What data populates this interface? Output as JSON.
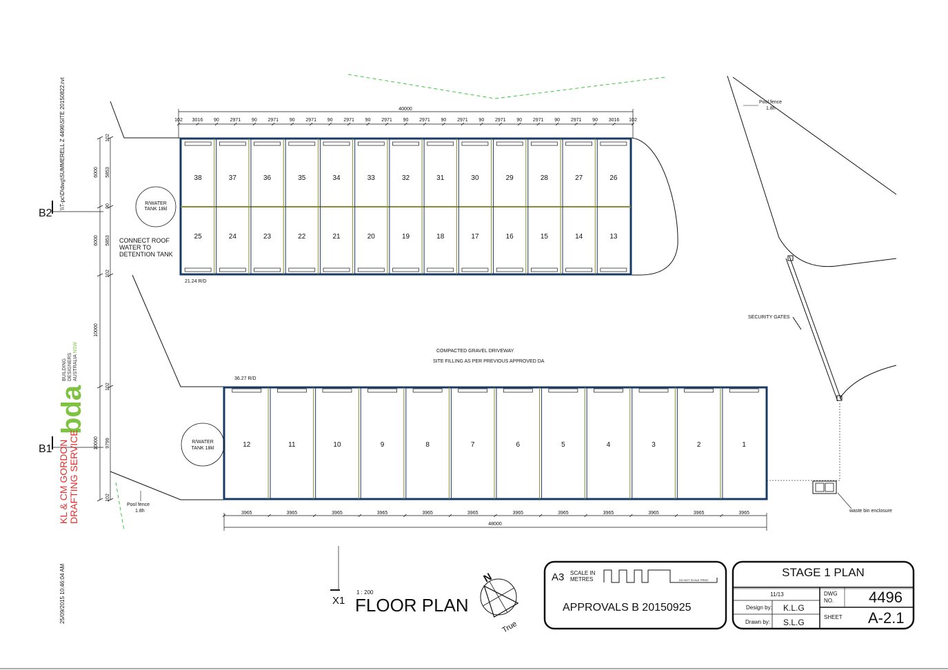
{
  "colors": {
    "line": "#111111",
    "unit_border": "#1a3a66",
    "partition": "#8a8a30",
    "grass": "#37c837",
    "brand_green": "#7ec242",
    "brand_red": "#e53030"
  },
  "drawing_path": "\\\\T-pc\\D\\dwg\\SUMMERELL Z 4496\\SITE 20150822.rvt",
  "timestamp": "25/09/2015 10:46:04 AM",
  "top_block": {
    "overall": "40000",
    "segments": [
      "102",
      "3016",
      "90",
      "2971",
      "90",
      "2971",
      "90",
      "2971",
      "90",
      "2971",
      "90",
      "2971",
      "90",
      "2971",
      "90",
      "2971",
      "90",
      "2971",
      "90",
      "2971",
      "90",
      "2971",
      "90",
      "3016",
      "102"
    ],
    "row1_units": [
      "38",
      "37",
      "36",
      "35",
      "34",
      "33",
      "32",
      "31",
      "30",
      "29",
      "28",
      "27",
      "26"
    ],
    "row2_units": [
      "25",
      "24",
      "23",
      "22",
      "21",
      "20",
      "19",
      "18",
      "17",
      "16",
      "15",
      "14",
      "13"
    ],
    "rl": "21.24 R/D"
  },
  "bottom_block": {
    "units": [
      "12",
      "11",
      "10",
      "9",
      "8",
      "7",
      "6",
      "5",
      "4",
      "3",
      "2",
      "1"
    ],
    "segments": [
      "3965",
      "3965",
      "3965",
      "3965",
      "3965",
      "3965",
      "3965",
      "3965",
      "3965",
      "3965",
      "3965",
      "3965"
    ],
    "overall": "48000",
    "rl": "36.27 R/D"
  },
  "left_dims": {
    "outer": [
      "6000",
      "6000",
      "10000",
      "10000"
    ],
    "inner": [
      "102",
      "5853",
      "90",
      "5853",
      "102",
      "102",
      "9799",
      "102"
    ]
  },
  "annotations": {
    "tank_label_1": "R/WATER",
    "tank_label_2": "TANK 18kl",
    "connect_1": "CONNECT ROOF",
    "connect_2": "WATER TO",
    "connect_3": "DETENTION TANK",
    "driveway": "COMPACTED GRAVEL DRIVEWAY",
    "site_filling": "SITE FILLING AS PER PREVIOUS APPROVED DA",
    "pool_fence": "Pool fence",
    "pool_fence_h": "1.8h",
    "security_gates": "SECURITY GATES",
    "waste_bin": "waste bin enclosure"
  },
  "sections": {
    "b1": "B1",
    "b2": "B2",
    "x1": "X1"
  },
  "logo": {
    "mark": "bda",
    "tag1": "BUILDING",
    "tag2": "DESIGNERS",
    "tag3": "AUSTRALIA",
    "tag4": "NSW",
    "company1": "KL & CM GORDON",
    "company2": "DRAFTING SERVICE"
  },
  "view": {
    "scale": "1 : 200",
    "title": "FLOOR PLAN",
    "north": "N",
    "true_north": "True"
  },
  "scale_box": {
    "size": "A3",
    "scale1": "SCALE IN",
    "scale2": "METRES",
    "do_not_scale": "DO NOT SCALE PRINT",
    "status": "APPROVALS B 20150925"
  },
  "title_block": {
    "title": "STAGE 1 PLAN",
    "date": "11/13",
    "design_label": "Design by:",
    "design": "K.L.G",
    "drawn_label": "Drawn by:",
    "drawn": "S.L.G",
    "dwg_label1": "DWG",
    "dwg_label2": "NO.",
    "dwg_no": "4496",
    "sheet_label": "SHEET",
    "sheet": "A-2.1"
  }
}
